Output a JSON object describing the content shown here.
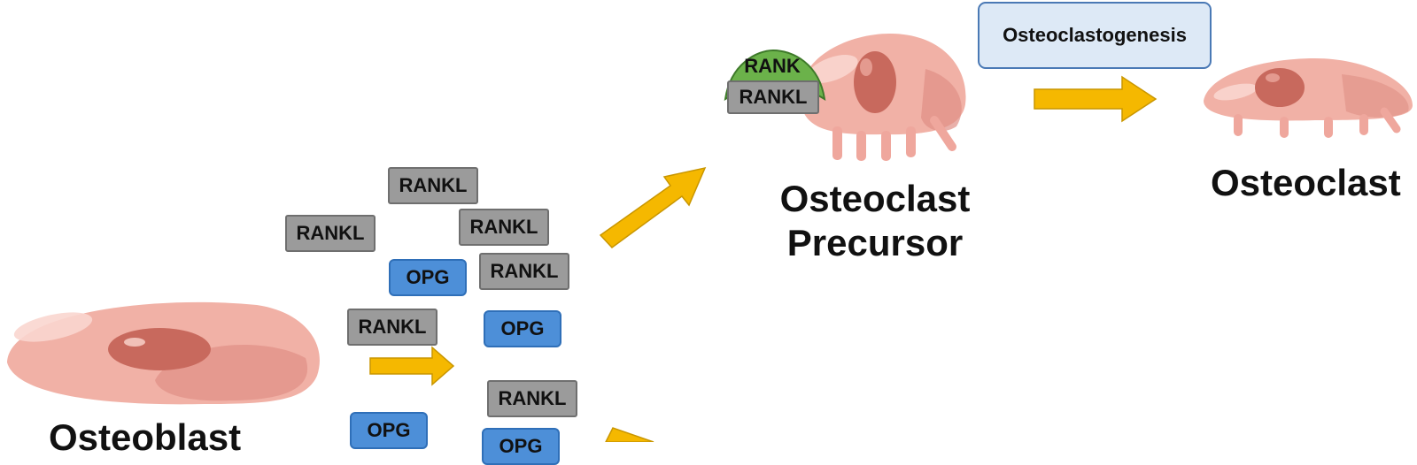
{
  "diagram": {
    "process_label": "Osteoclastogenesis",
    "cells": {
      "osteoblast": "Osteoblast",
      "precursor_line1": "Osteoclast",
      "precursor_line2": "Precursor",
      "osteoclast": "Osteoclast"
    },
    "complex": {
      "receptor": "RANK",
      "ligand": "RANKL"
    },
    "molecules": {
      "rankl": "RANKL",
      "opg": "OPG"
    },
    "colors": {
      "rankl_fill": "#9b9b9b",
      "opg_fill": "#4d8fd8",
      "rank_fill": "#6bb24a",
      "arrow_fill": "#f5b800",
      "cell_fill": "#f3b8ad",
      "nucleus_fill": "#c96f62"
    }
  }
}
